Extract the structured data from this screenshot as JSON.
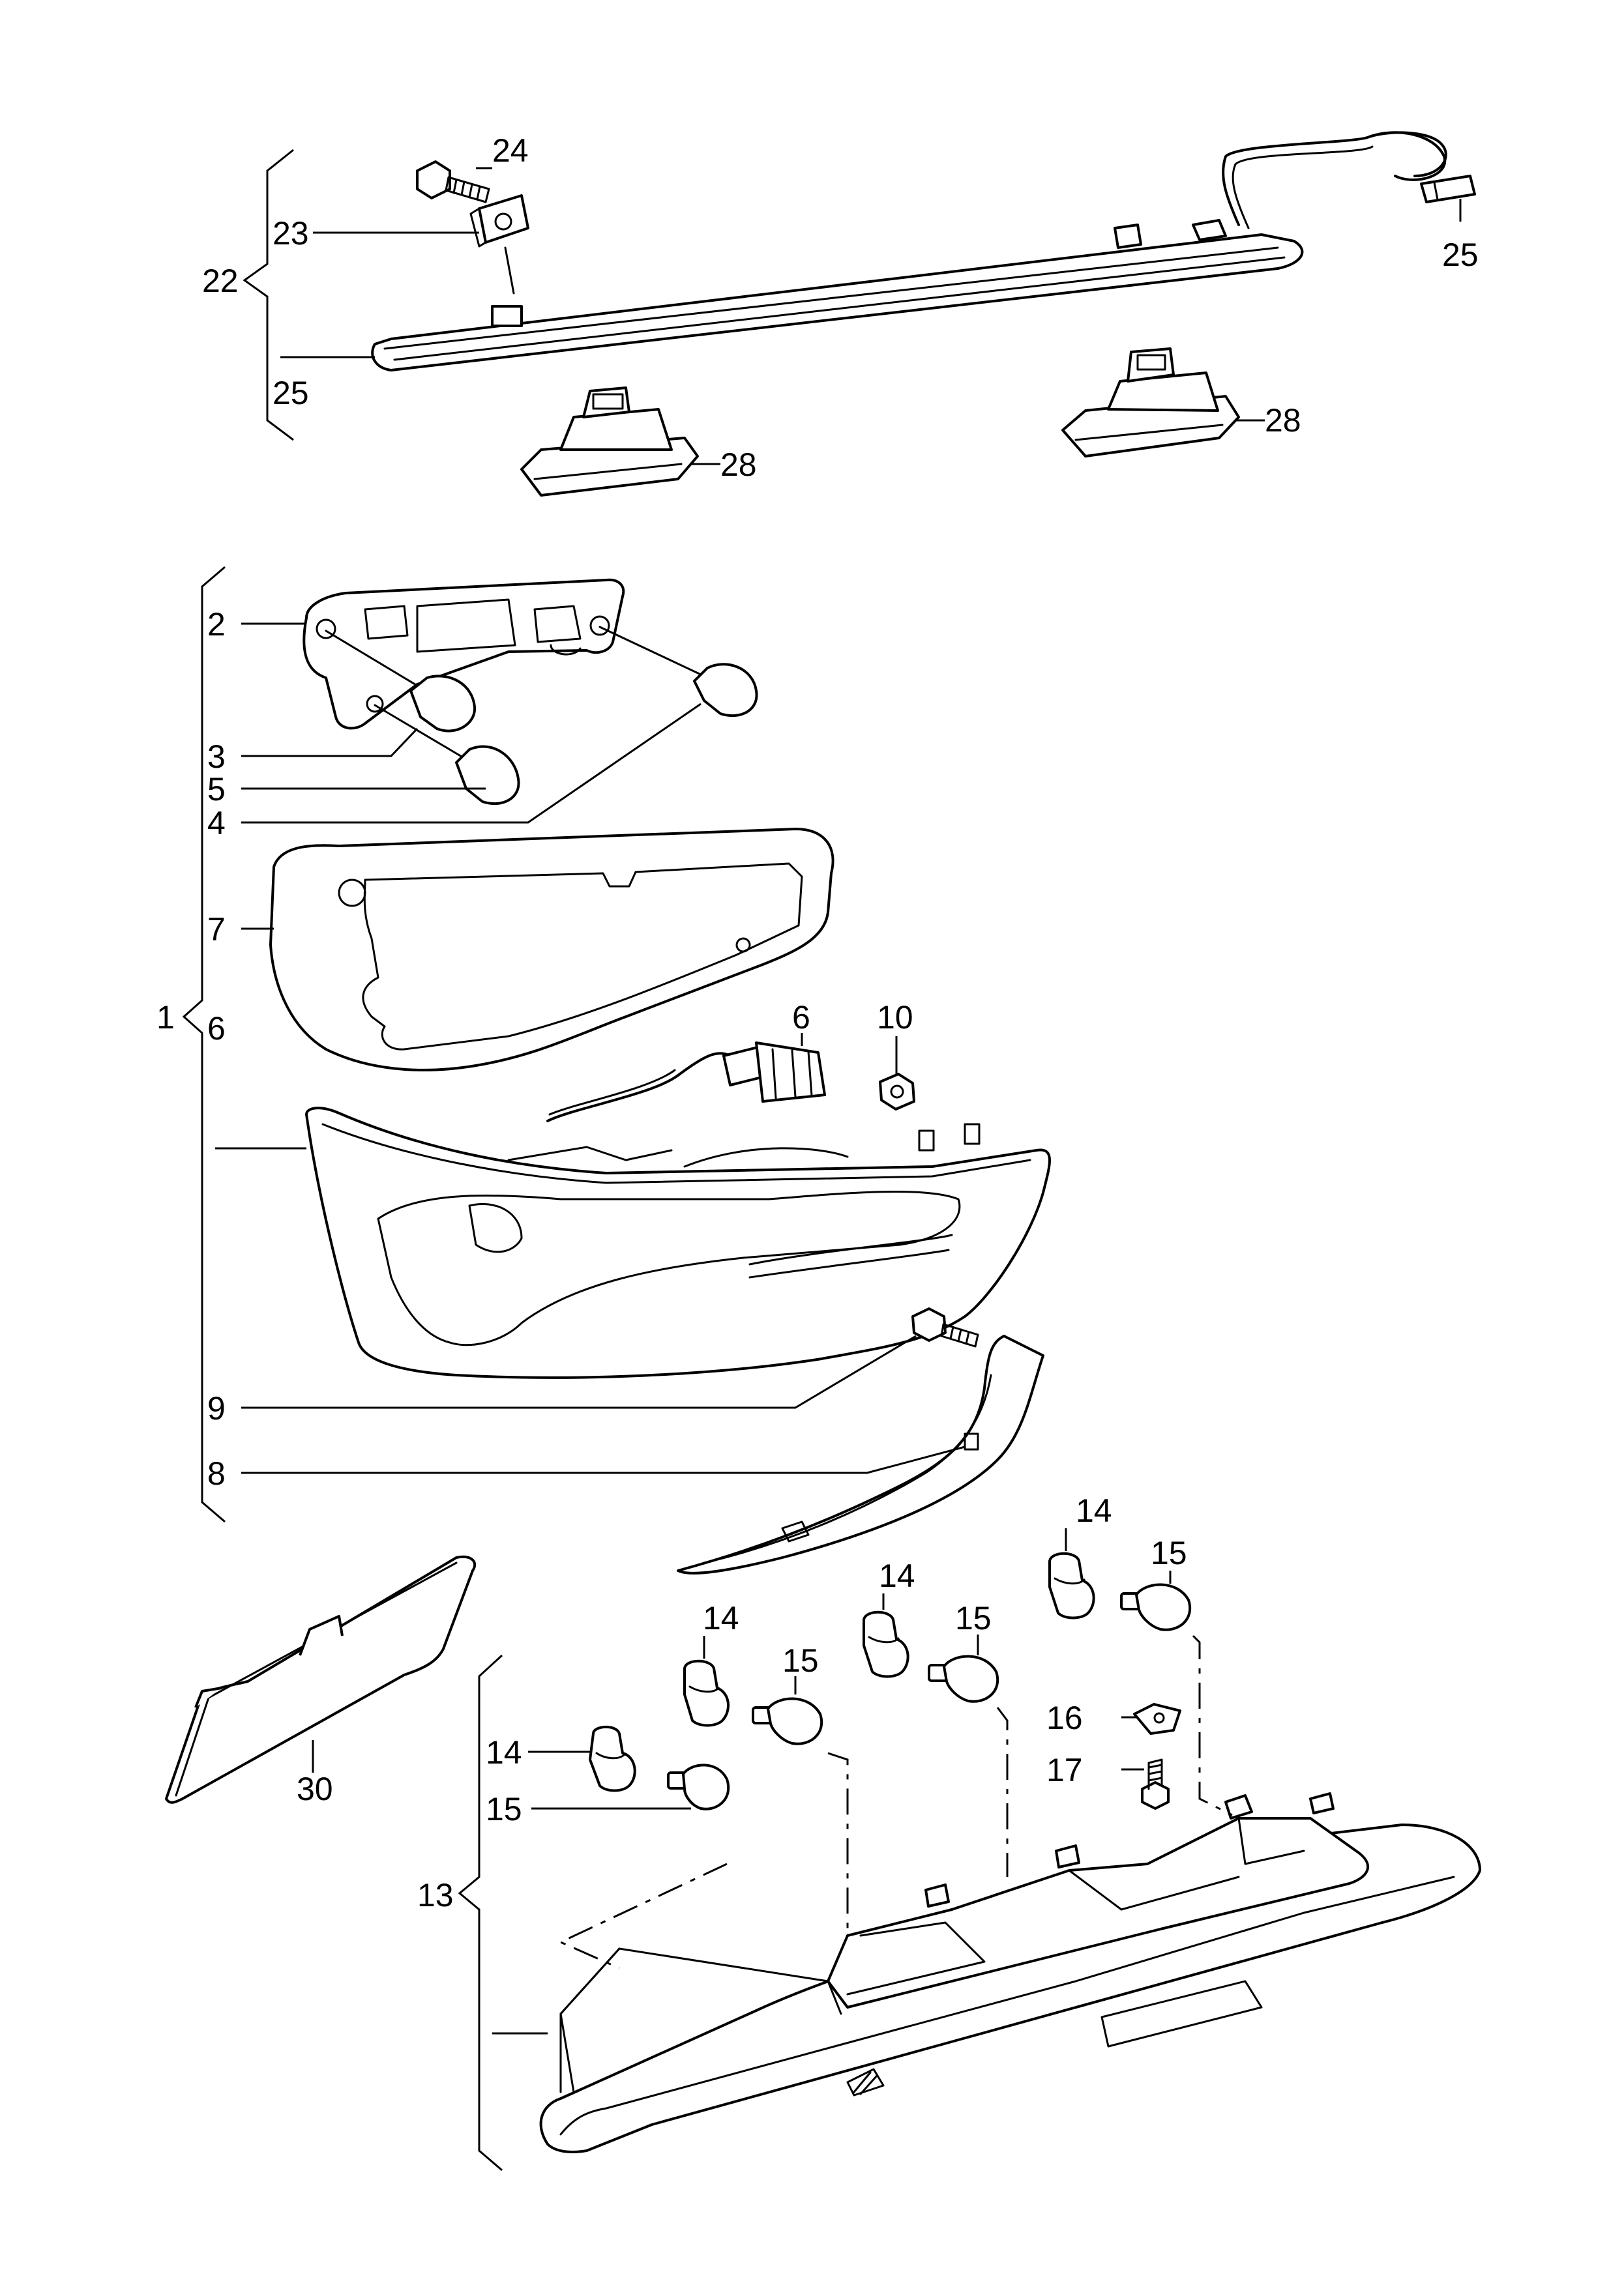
{
  "callouts": {
    "c1": "1",
    "c2": "2",
    "c3": "3",
    "c4": "4",
    "c5": "5",
    "c6a": "6",
    "c6b": "6",
    "c7": "7",
    "c8": "8",
    "c9": "9",
    "c10": "10",
    "c13": "13",
    "c14a": "14",
    "c14b": "14",
    "c14c": "14",
    "c14d": "14",
    "c15a": "15",
    "c15b": "15",
    "c15c": "15",
    "c15d": "15",
    "c16": "16",
    "c17": "17",
    "c22": "22",
    "c23": "23",
    "c24": "24",
    "c25a": "25",
    "c25b": "25",
    "c28a": "28",
    "c28b": "28",
    "c30": "30"
  }
}
